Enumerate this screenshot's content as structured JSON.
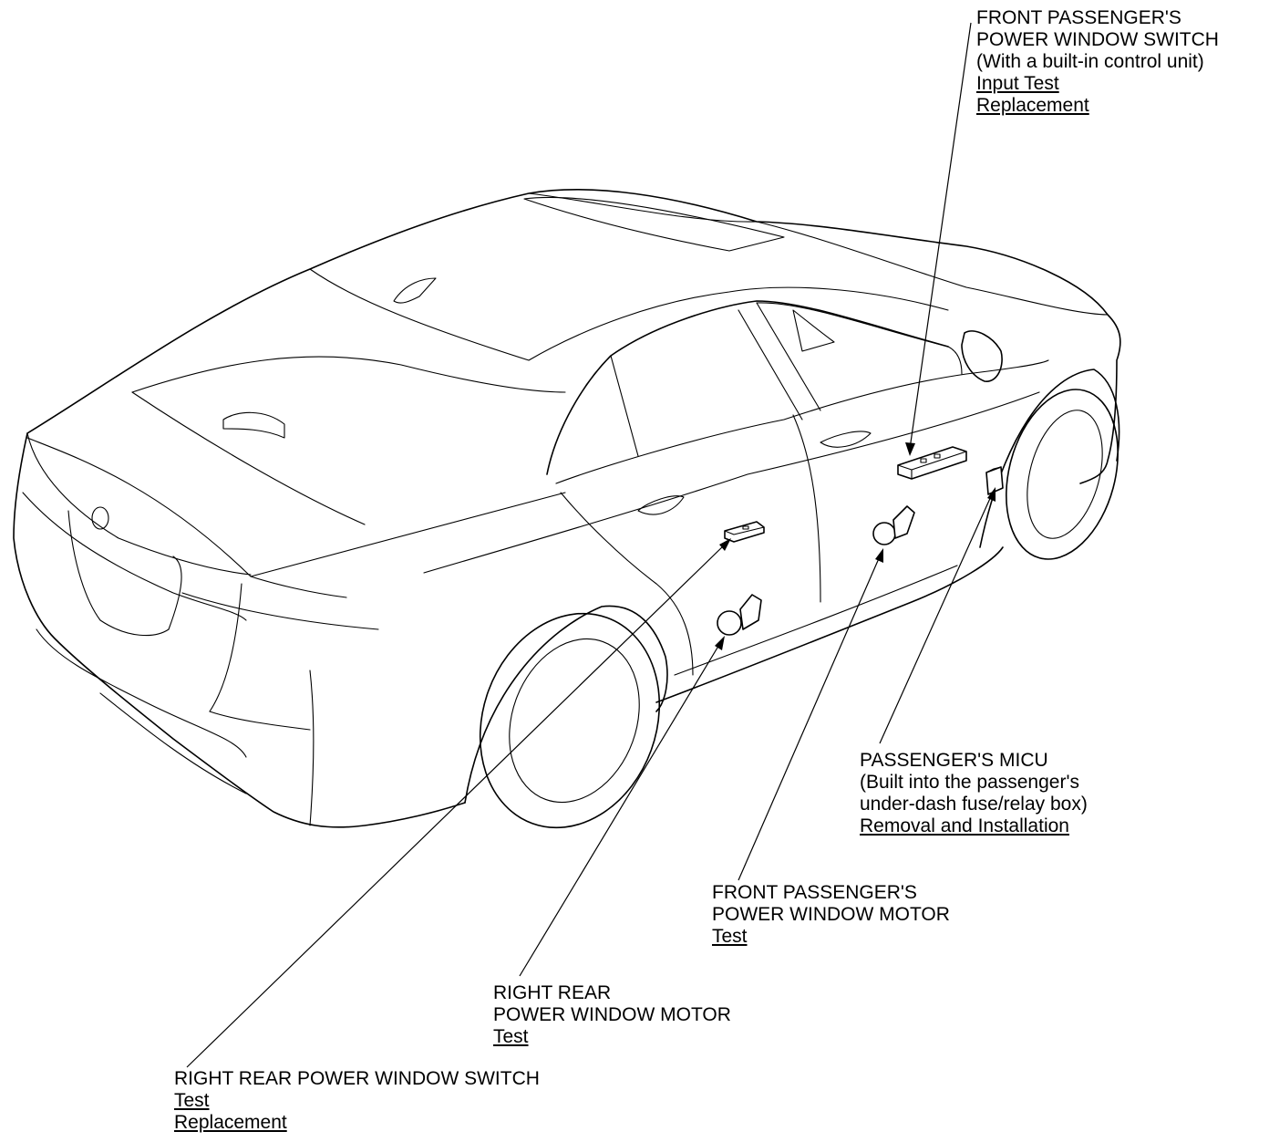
{
  "callouts": {
    "front_switch": {
      "title_lines": [
        "FRONT PASSENGER'S",
        "POWER WINDOW SWITCH",
        "(With a built-in control unit)"
      ],
      "links": [
        "Input Test",
        "Replacement"
      ]
    },
    "micu": {
      "title_lines": [
        "PASSENGER'S MICU",
        "(Built into the passenger's",
        "under-dash fuse/relay box)"
      ],
      "links": [
        "Removal and Installation"
      ]
    },
    "front_motor": {
      "title_lines": [
        "FRONT PASSENGER'S",
        "POWER WINDOW MOTOR"
      ],
      "links": [
        "Test"
      ]
    },
    "rear_motor": {
      "title_lines": [
        "RIGHT REAR",
        "POWER WINDOW MOTOR"
      ],
      "links": [
        "Test"
      ]
    },
    "rear_switch": {
      "title_lines": [
        "RIGHT REAR POWER WINDOW SWITCH"
      ],
      "links": [
        "Test",
        "Replacement"
      ]
    }
  }
}
